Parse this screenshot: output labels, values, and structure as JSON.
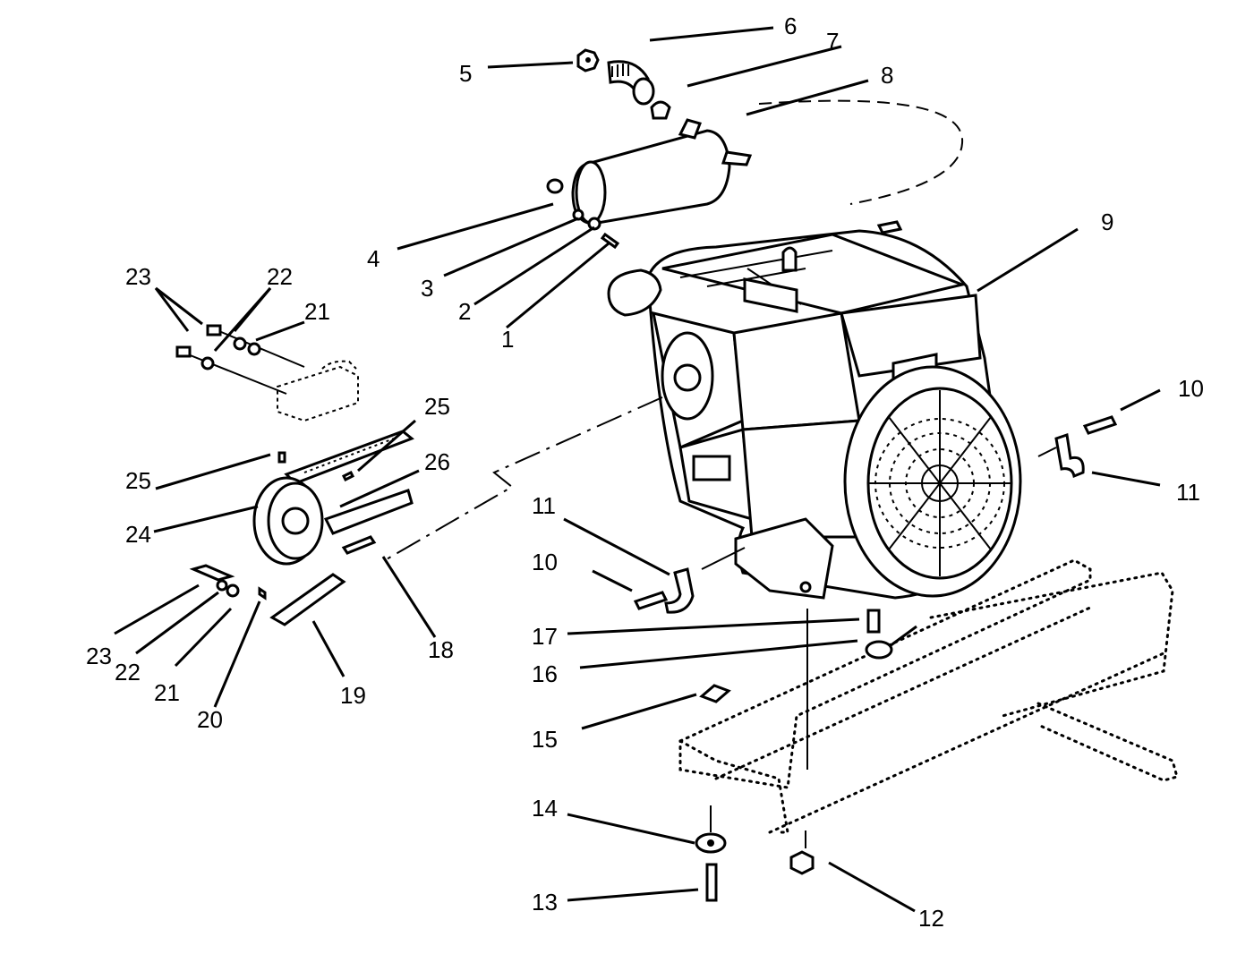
{
  "callouts": [
    {
      "id": "1",
      "label": "1"
    },
    {
      "id": "2",
      "label": "2"
    },
    {
      "id": "3",
      "label": "3"
    },
    {
      "id": "4",
      "label": "4"
    },
    {
      "id": "5",
      "label": "5"
    },
    {
      "id": "6",
      "label": "6"
    },
    {
      "id": "7",
      "label": "7"
    },
    {
      "id": "8",
      "label": "8"
    },
    {
      "id": "9",
      "label": "9"
    },
    {
      "id": "10a",
      "label": "10"
    },
    {
      "id": "10b",
      "label": "10"
    },
    {
      "id": "11a",
      "label": "11"
    },
    {
      "id": "11b",
      "label": "11"
    },
    {
      "id": "12",
      "label": "12"
    },
    {
      "id": "13",
      "label": "13"
    },
    {
      "id": "14",
      "label": "14"
    },
    {
      "id": "15",
      "label": "15"
    },
    {
      "id": "16",
      "label": "16"
    },
    {
      "id": "17",
      "label": "17"
    },
    {
      "id": "18",
      "label": "18"
    },
    {
      "id": "19",
      "label": "19"
    },
    {
      "id": "20",
      "label": "20"
    },
    {
      "id": "21a",
      "label": "21"
    },
    {
      "id": "21b",
      "label": "21"
    },
    {
      "id": "22a",
      "label": "22"
    },
    {
      "id": "22b",
      "label": "22"
    },
    {
      "id": "23a",
      "label": "23"
    },
    {
      "id": "23b",
      "label": "23"
    },
    {
      "id": "24",
      "label": "24"
    },
    {
      "id": "25a",
      "label": "25"
    },
    {
      "id": "25b",
      "label": "25"
    },
    {
      "id": "26",
      "label": "26"
    }
  ]
}
